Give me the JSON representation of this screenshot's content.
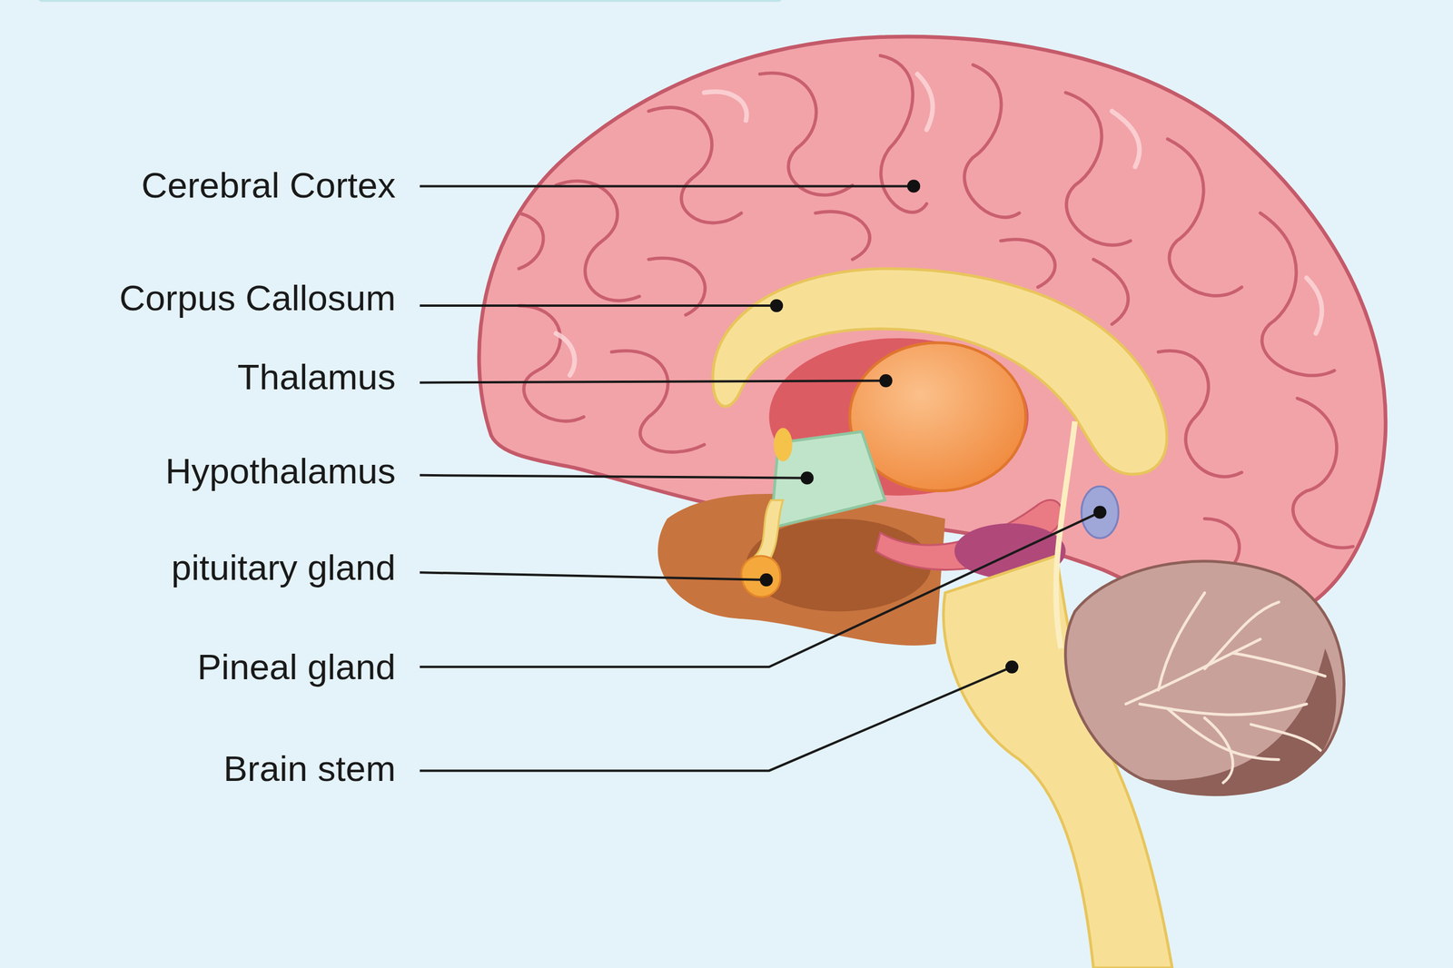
{
  "diagram": {
    "labels": [
      "Cerebral Cortex",
      "Corpus Callosum",
      "Thalamus",
      "Hypothalamus",
      "pituitary gland",
      "Pineal gland",
      "Brain stem"
    ]
  }
}
